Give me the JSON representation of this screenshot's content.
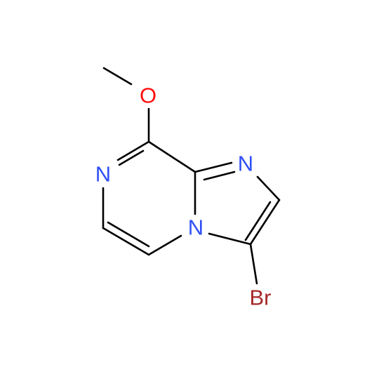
{
  "molecule": {
    "atoms": {
      "o_methoxy": {
        "label": "O",
        "color": "#ff0d0d"
      },
      "n_imidazole": {
        "label": "N",
        "color": "#3050f8"
      },
      "n_pyrazine": {
        "label": "N",
        "color": "#3050f8"
      },
      "n_bridge": {
        "label": "N",
        "color": "#3050f8"
      },
      "br": {
        "label": "Br",
        "color": "#a62929"
      }
    },
    "bond_color": "#000000"
  }
}
